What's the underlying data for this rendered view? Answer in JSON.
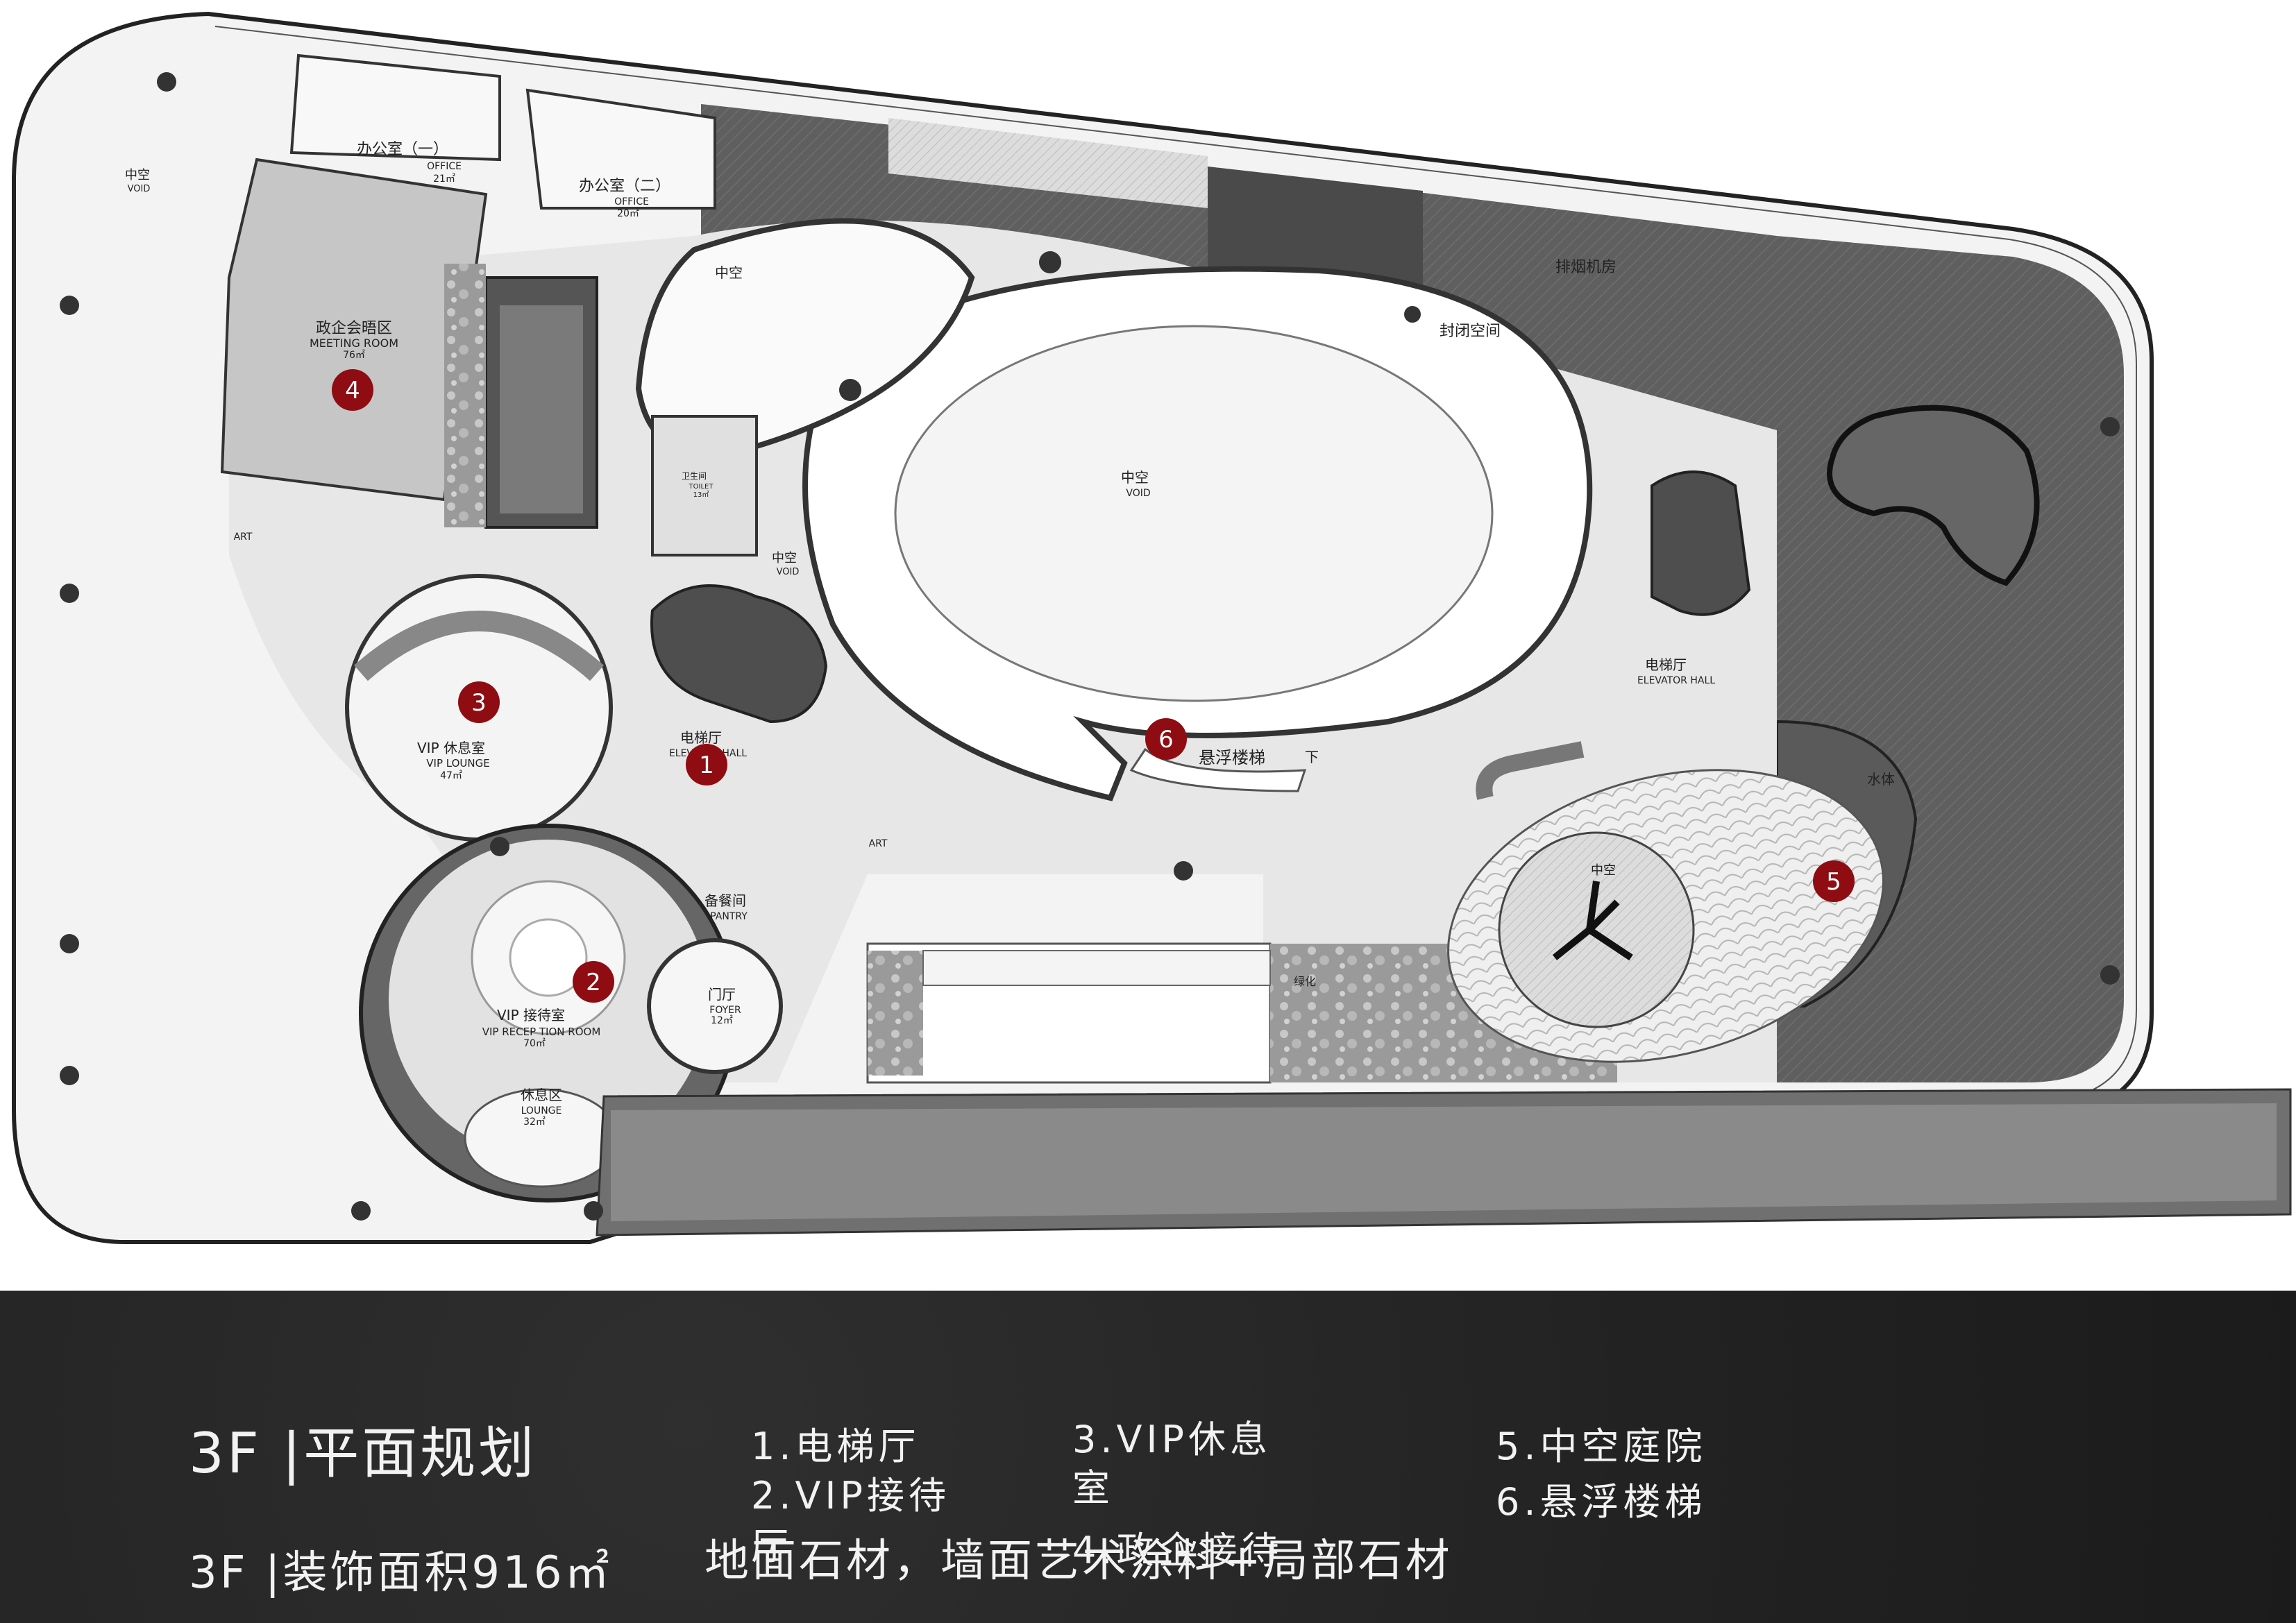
{
  "plan": {
    "rooms": {
      "office1": {
        "zh": "办公室（一）",
        "en": "OFFICE",
        "area": "21㎡"
      },
      "office2": {
        "zh": "办公室（二）",
        "en": "OFFICE",
        "area": "20㎡"
      },
      "meeting": {
        "zh": "政企会晤区",
        "en": "MEETING ROOM",
        "area": "76㎡"
      },
      "vip_lounge": {
        "zh": "VIP 休息室",
        "en": "VIP LOUNGE",
        "area": "47㎡"
      },
      "vip_reception": {
        "zh": "VIP 接待室",
        "en": "VIP RECEP TION ROOM",
        "area": "70㎡"
      },
      "lounge": {
        "zh": "休息区",
        "en": "LOUNGE",
        "area": "32㎡"
      },
      "foyer": {
        "zh": "门厅",
        "en": "FOYER",
        "area": "12㎡"
      },
      "pantry": {
        "zh": "备餐间",
        "en": "PANTRY"
      },
      "toilet": {
        "zh": "卫生间",
        "en": "TOILET",
        "area": "13㎡"
      },
      "elevator_hall_left": {
        "zh": "电梯厅",
        "en": "ELEVATOR HALL"
      },
      "elevator_hall_right": {
        "zh": "电梯厅",
        "en": "ELEVATOR HALL"
      },
      "smoke_room": {
        "zh": "排烟机房"
      },
      "enclosed_space": {
        "zh": "封闭空间"
      },
      "stair": {
        "zh": "悬浮楼梯",
        "down": "下"
      },
      "water": {
        "zh": "水体"
      },
      "void_main": {
        "zh": "中空",
        "en": "VOID"
      },
      "void_left": {
        "zh": "中空",
        "en": "VOID"
      },
      "void_mid": {
        "zh": "中空",
        "en": "VOID"
      },
      "void_small": {
        "zh": "中空"
      },
      "void_courtyard": {
        "zh": "中空"
      },
      "art1": "ART",
      "art2": "ART",
      "planting": "绿化"
    },
    "markers": [
      "1",
      "2",
      "3",
      "4",
      "5",
      "6"
    ],
    "marker_color": "#8e0c12"
  },
  "legend": {
    "floor_title": "3F |平面规划",
    "items": [
      "1.电梯厅",
      "2.VIP接待厅",
      "3.VIP休息室",
      "4.政企接待",
      "5.中空庭院",
      "6.悬浮楼梯"
    ],
    "floor_area": "3F |装饰面积916㎡",
    "materials": "地面石材，墙面艺术涂料+局部石材"
  }
}
